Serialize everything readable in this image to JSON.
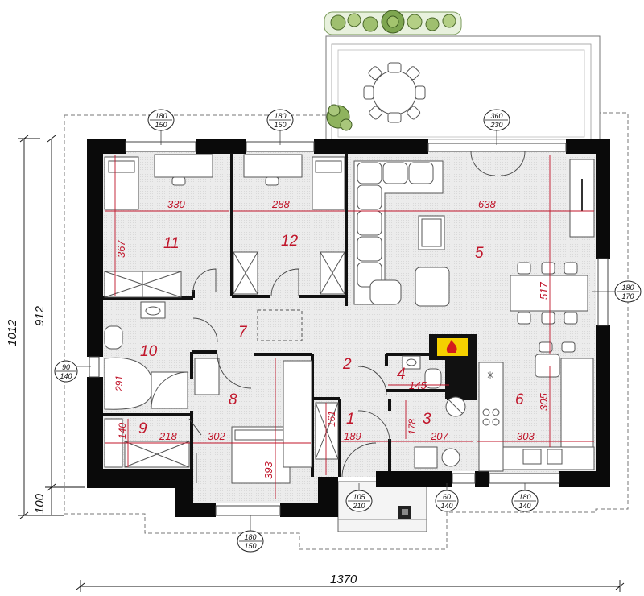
{
  "rooms": [
    {
      "id": "11",
      "label": "11"
    },
    {
      "id": "12",
      "label": "12"
    },
    {
      "id": "5",
      "label": "5"
    },
    {
      "id": "7",
      "label": "7"
    },
    {
      "id": "10",
      "label": "10"
    },
    {
      "id": "8",
      "label": "8"
    },
    {
      "id": "9",
      "label": "9"
    },
    {
      "id": "2",
      "label": "2"
    },
    {
      "id": "4",
      "label": "4"
    },
    {
      "id": "1",
      "label": "1"
    },
    {
      "id": "3",
      "label": "3"
    },
    {
      "id": "6",
      "label": "6"
    }
  ],
  "dimensions": {
    "room11_width": "330",
    "room12_width": "288",
    "room5_width": "638",
    "room11_depth": "367",
    "room5_depth": "517",
    "room10_depth": "291",
    "room4_width": "145",
    "room6_depth": "305",
    "room9_depth": "140",
    "room9_width": "218",
    "room8_width": "302",
    "room1_depth": "161",
    "room1_width": "189",
    "room3_depth": "178",
    "room3_width": "207",
    "room6_width": "303",
    "room8_depth": "393"
  },
  "overall": {
    "height_total": "1012",
    "height_main": "912",
    "height_terrace": "100",
    "width_total": "1370"
  },
  "windows": [
    {
      "id": "w1",
      "top": "180",
      "bottom": "150"
    },
    {
      "id": "w2",
      "top": "180",
      "bottom": "150"
    },
    {
      "id": "w3",
      "top": "360",
      "bottom": "230"
    },
    {
      "id": "w4",
      "top": "180",
      "bottom": "170"
    },
    {
      "id": "w5",
      "top": "90",
      "bottom": "140"
    },
    {
      "id": "w6",
      "top": "105",
      "bottom": "210"
    },
    {
      "id": "w7",
      "top": "60",
      "bottom": "140"
    },
    {
      "id": "w8",
      "top": "180",
      "bottom": "140"
    },
    {
      "id": "w9",
      "top": "180",
      "bottom": "150"
    }
  ],
  "colors": {
    "wall": "#0a0a0a",
    "dimension": "#c0152a",
    "floor": "#e6e6e6",
    "fire": "#f5d000"
  }
}
